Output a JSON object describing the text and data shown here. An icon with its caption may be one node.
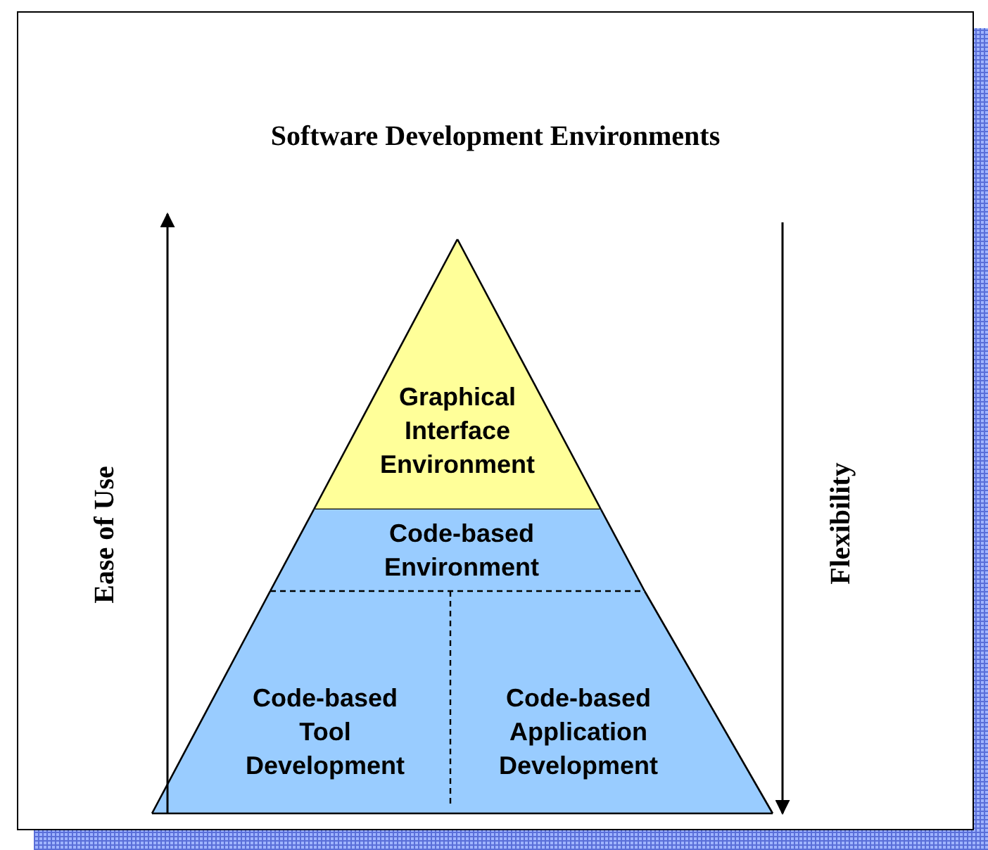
{
  "diagram": {
    "title": "Software Development Environments",
    "nodes": [
      {
        "text": [
          "Graphical Interface Environment"
        ]
      },
      {
        "text": [
          "Code-based Environment"
        ]
      },
      {
        "text": [
          "Code-based Tool Development"
        ]
      },
      {
        "text": [
          "Code-based Application Development"
        ]
      }
    ],
    "edges": [],
    "labels": [
      "Ease of Use",
      "Flexibility"
    ]
  }
}
